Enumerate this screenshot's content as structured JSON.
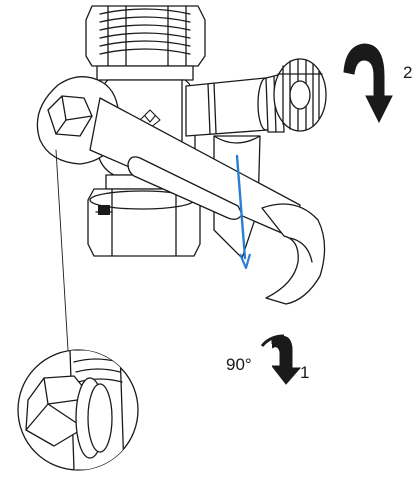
{
  "diagram": {
    "step_labels": {
      "step1": "1",
      "step2": "2"
    },
    "angle_label": "90°",
    "icons": {
      "valve": "t-valve-body-icon",
      "wrench": "open-end-wrench-icon",
      "knob": "knurled-knob-icon",
      "rotate_step2": "clockwise-rotation-arrow-icon",
      "rotate_step1": "quarter-turn-arrow-icon",
      "flow": "flow-direction-arrow-icon",
      "detail": "hex-nut-detail-icon"
    },
    "colors": {
      "line": "#1a1a1a",
      "flow_arrow": "#2a7fd4",
      "arrow_fill": "#1a1a1a",
      "background": "#ffffff"
    }
  }
}
